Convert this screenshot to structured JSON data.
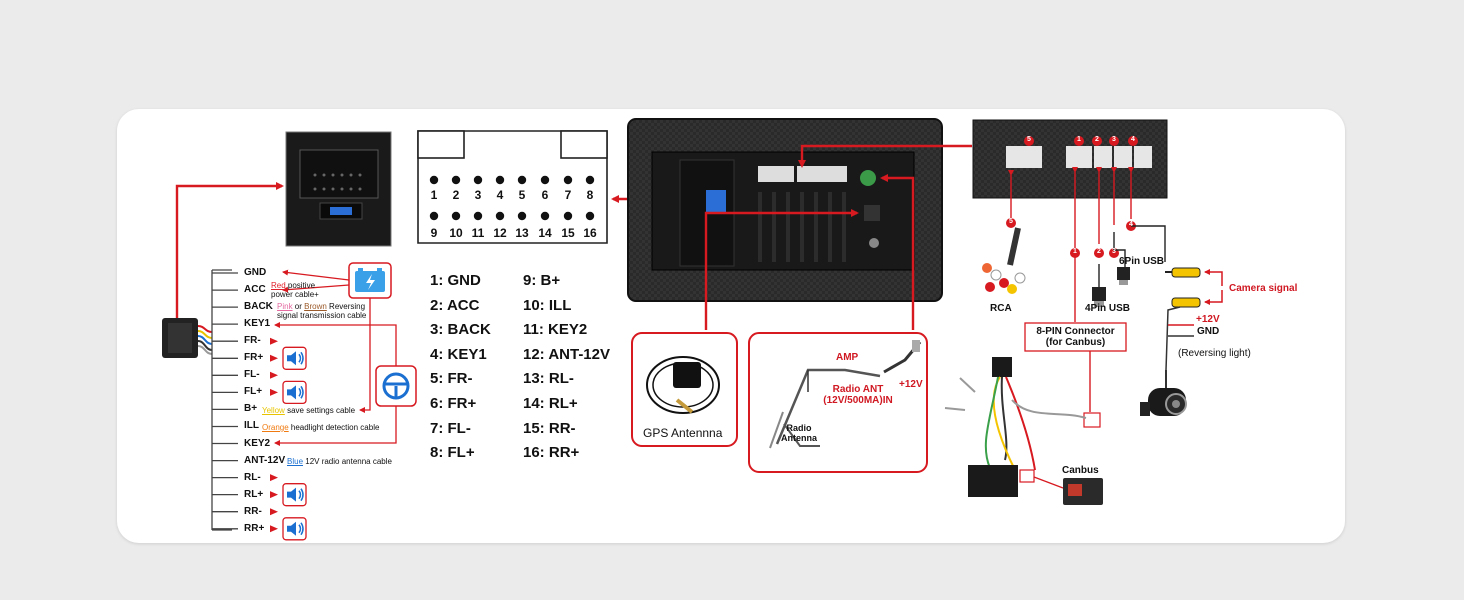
{
  "connector_pins_top": [
    "1",
    "2",
    "3",
    "4",
    "5",
    "6",
    "7",
    "8"
  ],
  "connector_pins_bottom": [
    "9",
    "10",
    "11",
    "12",
    "13",
    "14",
    "15",
    "16"
  ],
  "pin_table": [
    {
      "num": "1:",
      "name": "GND"
    },
    {
      "num": "2:",
      "name": "ACC"
    },
    {
      "num": "3:",
      "name": "BACK"
    },
    {
      "num": "4:",
      "name": "KEY1"
    },
    {
      "num": "5:",
      "name": "FR-"
    },
    {
      "num": "6:",
      "name": "FR+"
    },
    {
      "num": "7:",
      "name": "FL-"
    },
    {
      "num": "8:",
      "name": "FL+"
    },
    {
      "num": "9:",
      "name": "B+"
    },
    {
      "num": "10:",
      "name": "ILL"
    },
    {
      "num": "11:",
      "name": "KEY2"
    },
    {
      "num": "12:",
      "name": "ANT-12V"
    },
    {
      "num": "13:",
      "name": "RL-"
    },
    {
      "num": "14:",
      "name": "RL+"
    },
    {
      "num": "15:",
      "name": "RR-"
    },
    {
      "num": "16:",
      "name": "RR+"
    }
  ],
  "wires": [
    "GND",
    "ACC",
    "BACK",
    "KEY1",
    "FR-",
    "FR+",
    "FL-",
    "FL+",
    "B+",
    "ILL",
    "KEY2",
    "ANT-12V",
    "RL-",
    "RL+",
    "RR-",
    "RR+"
  ],
  "wire_notes": {
    "acc_color": "Red",
    "acc_text1": " positive",
    "acc_text2": "power cable+",
    "back_color1": "Pink",
    "back_or": " or ",
    "back_color2": "Brown",
    "back_text1": " Reversing",
    "back_text2": "signal transmission cable",
    "bplus_color": "Yellow",
    "bplus_text": " save settings cable",
    "ill_color": "Orange",
    "ill_text": " headlight detection cable",
    "ant_color": "Blue",
    "ant_text": " 12V radio antenna cable"
  },
  "gps_label": "GPS Antennna",
  "radio": {
    "amp": "AMP",
    "radio_ant_line1": "Radio ANT",
    "radio_ant_line2": "(12V/500MA)IN",
    "plus12v": "+12V",
    "antenna_line1": "Radio",
    "antenna_line2": "Antenna"
  },
  "right": {
    "port_numbers": [
      "5",
      "1",
      "2",
      "3",
      "4"
    ],
    "rca": "RCA",
    "usb4": "4Pin USB",
    "usb6": "6Pin USB",
    "camera_signal": "Camera signal",
    "plus12v": "+12V",
    "gnd": "GND",
    "reversing_light": "(Reversing light)",
    "canbus_line1": "8-PIN Connector",
    "canbus_line2": "(for Canbus)",
    "canbus": "Canbus"
  },
  "colors": {
    "accent": "#d71920",
    "dark": "#1c1c1c"
  }
}
